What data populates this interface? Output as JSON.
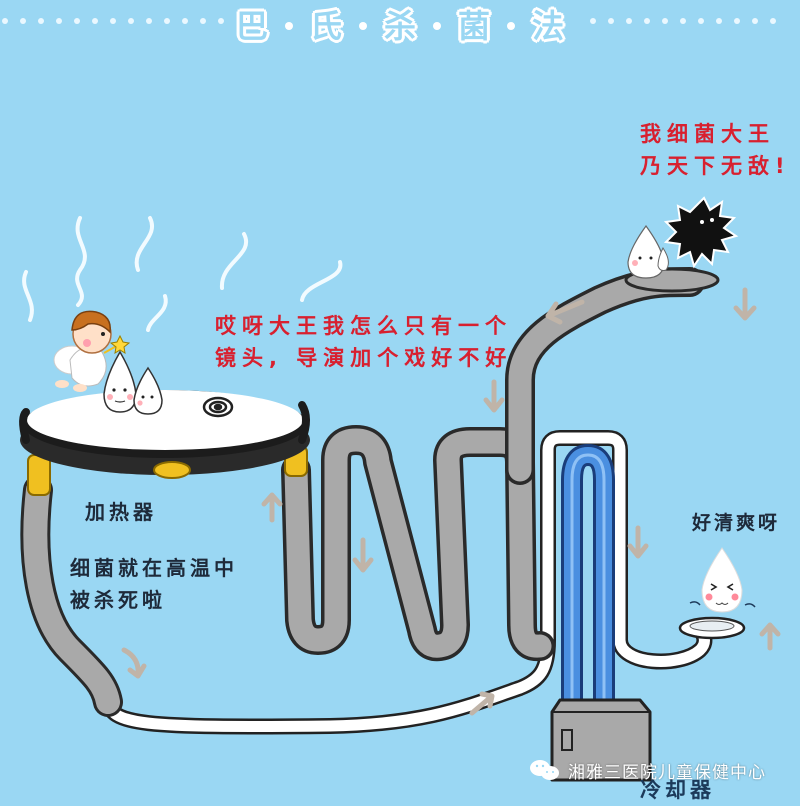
{
  "title": {
    "text": "巴氏杀菌法",
    "chars": [
      "巴",
      "氏",
      "杀",
      "菌",
      "法"
    ]
  },
  "speech": {
    "bacteria_king": {
      "line1": "我细菌大王",
      "line2": "乃天下无敌!"
    },
    "droplet_complaint": {
      "line1": "哎呀大王我怎么只有一个",
      "line2": "镜头, 导演加个戏好不好"
    },
    "cooled_droplet": "好清爽呀"
  },
  "labels": {
    "heater": "加热器",
    "heater_caption_line1": "细菌就在高温中",
    "heater_caption_line2": "被杀死啦",
    "cooler": "冷却器"
  },
  "watermark": {
    "icon": "wechat-icon",
    "text": "湘雅三医院儿童保健中心"
  },
  "colors": {
    "background": "#9ad7f3",
    "speech_red": "#d8202f",
    "label_dark": "#1e2a3a",
    "pipe_gray": "#a9a9a9",
    "pipe_white": "#ffffff",
    "cooler_blue": "#4a8fe0",
    "heater_black": "#2a2a2a",
    "heater_gold": "#f0c020",
    "flow_arrow": "#c0b4a8"
  }
}
